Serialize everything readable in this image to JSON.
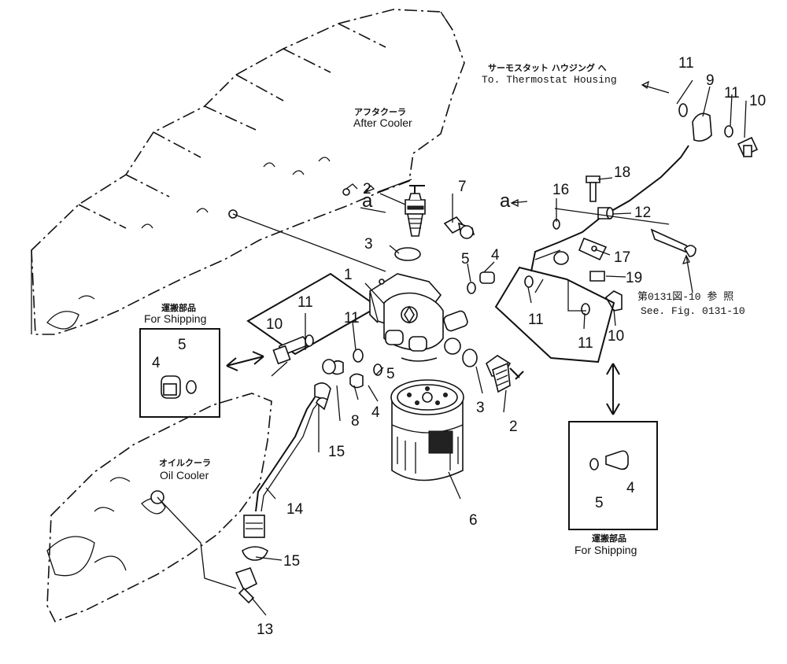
{
  "labels": {
    "to_thermostat_jp": "サーモスタット ハウジング へ",
    "to_thermostat_en": "To. Thermostat Housing",
    "after_cooler_jp": "アフタクーラ",
    "after_cooler_en": "After Cooler",
    "oil_cooler_jp": "オイルクーラ",
    "oil_cooler_en": "Oil Cooler",
    "shipping_left_jp": "運搬部品",
    "shipping_left_en": "For Shipping",
    "shipping_right_jp": "運搬部品",
    "shipping_right_en": "For Shipping",
    "see_fig_jp": "第0131図-10 参 照",
    "see_fig_en": "See. Fig. 0131-10",
    "ref_a1": "a",
    "ref_a2": "a"
  },
  "callouts": [
    "1",
    "2",
    "2",
    "3",
    "3",
    "4",
    "4",
    "4",
    "4",
    "5",
    "5",
    "5",
    "5",
    "6",
    "7",
    "8",
    "9",
    "10",
    "10",
    "10",
    "11",
    "11",
    "11",
    "11",
    "11",
    "11",
    "12",
    "13",
    "14",
    "15",
    "15",
    "16",
    "17",
    "18",
    "19"
  ]
}
